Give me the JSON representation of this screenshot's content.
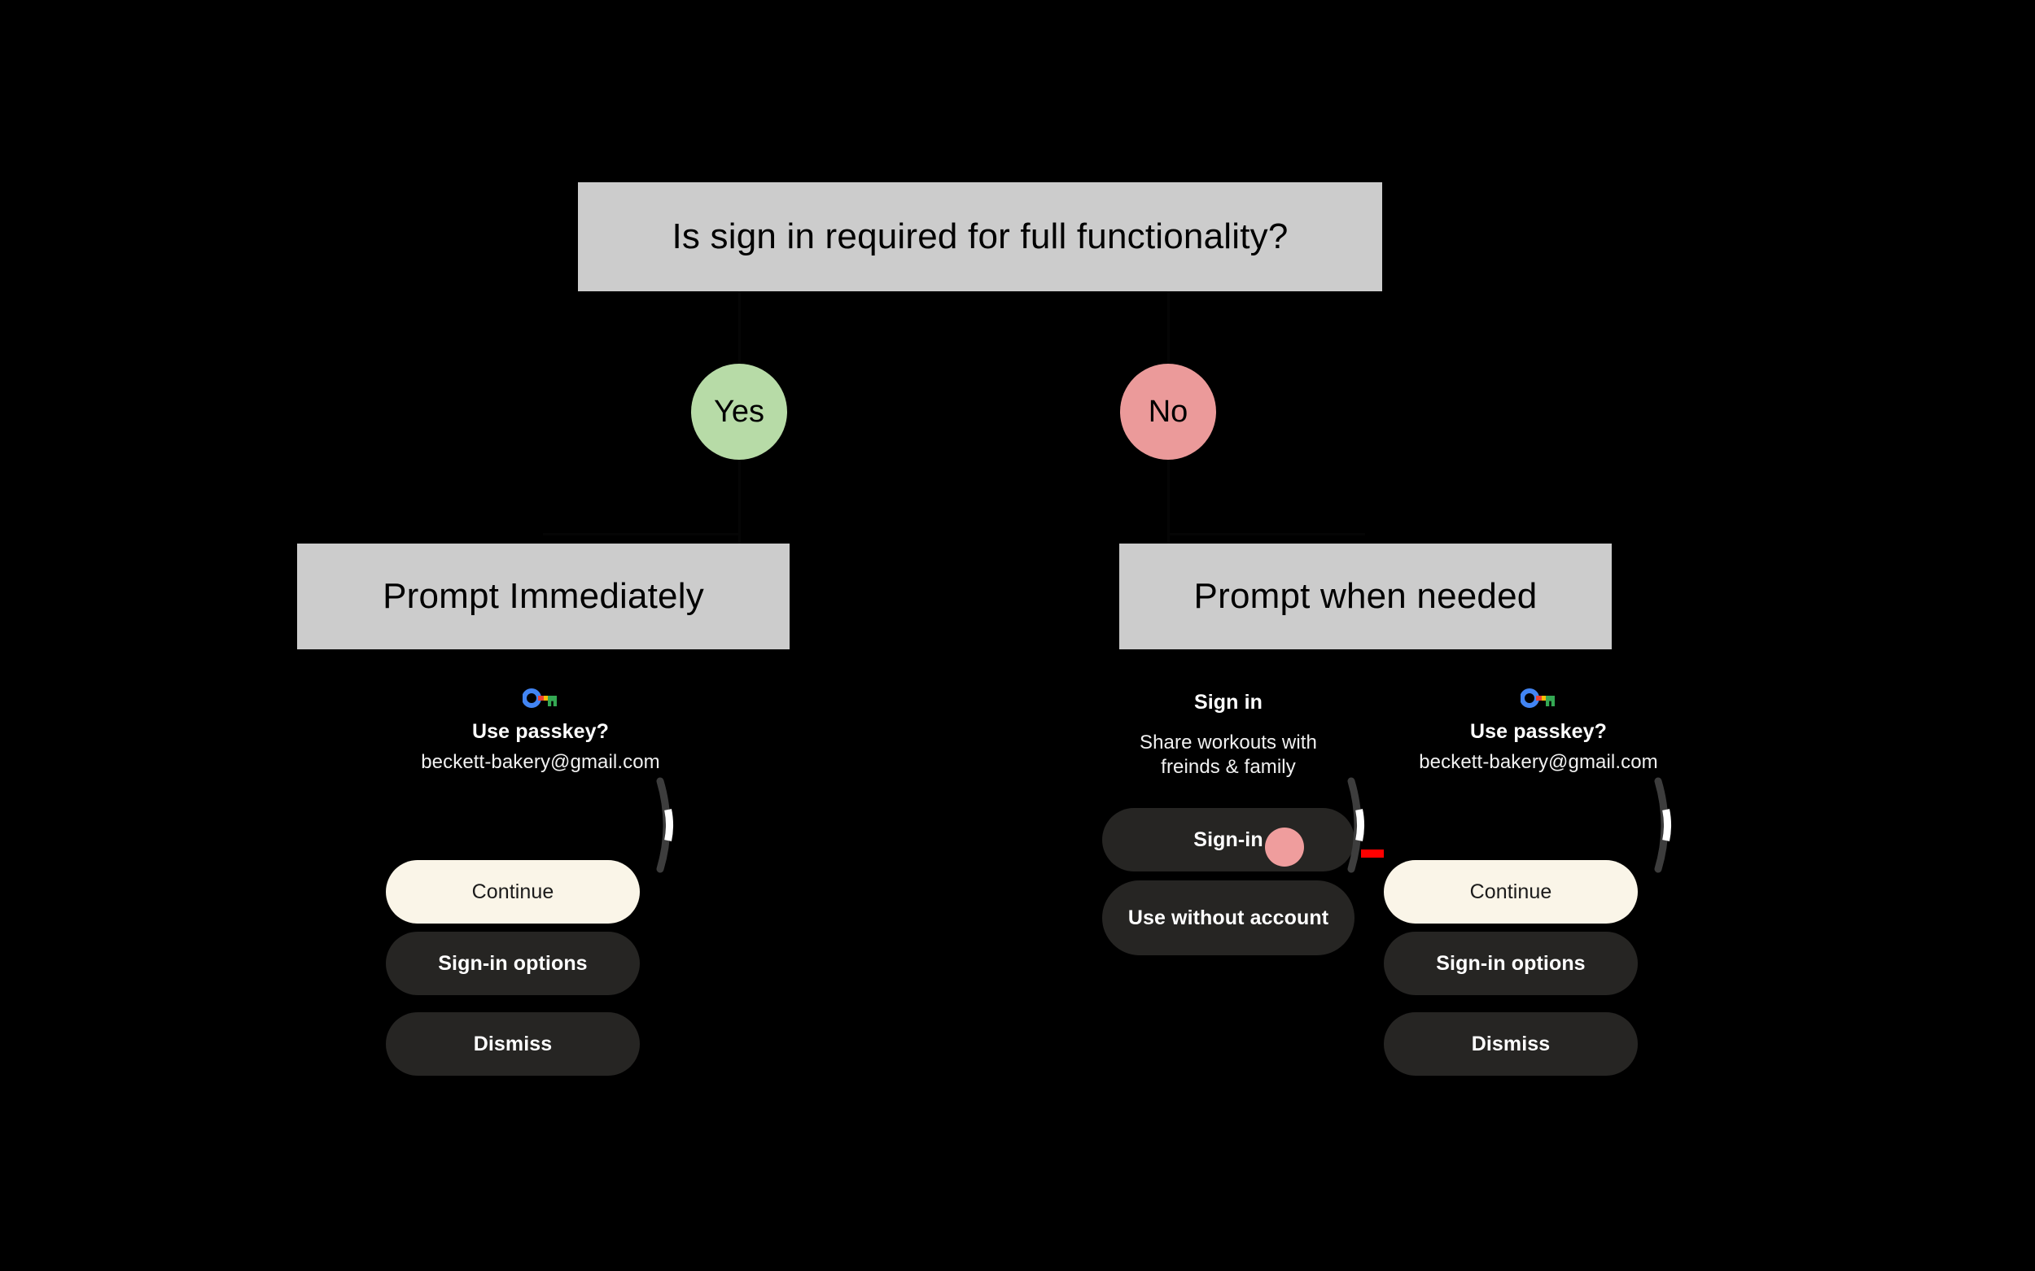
{
  "diagram": {
    "type": "flowchart",
    "background_color": "#000000",
    "node_fill": "#cccccc",
    "decision": {
      "label": "Is sign in required for full functionality?"
    },
    "branches": [
      {
        "name": "yes",
        "label": "Yes",
        "color": "#b7dba7"
      },
      {
        "name": "no",
        "label": "No",
        "color": "#eb9a9a"
      }
    ],
    "outcomes": [
      {
        "name": "prompt-immediately",
        "label": "Prompt Immediately"
      },
      {
        "name": "prompt-when-needed",
        "label": "Prompt when needed"
      }
    ]
  },
  "annotation": {
    "arrow_color": "#ff0000",
    "touch_indicator_color": "#ef9d9d",
    "description": "red-arrow-from-sign-in-to-continue"
  },
  "watch_screens": [
    {
      "id": "passkey-immediate",
      "icon": "google-passkey-icon",
      "title": "Use passkey?",
      "subtitle": "beckett-bakery@gmail.com",
      "buttons": [
        {
          "label": "Continue",
          "style": "primary"
        },
        {
          "label": "Sign-in options",
          "style": "secondary"
        },
        {
          "label": "Dismiss",
          "style": "secondary"
        }
      ],
      "scroll_indicator": "right-arc-scrollbar"
    },
    {
      "id": "sign-in-prompt",
      "title": "Sign in",
      "subtitle": "Share workouts with freinds & family",
      "buttons": [
        {
          "label": "Sign-in",
          "style": "secondary"
        },
        {
          "label": "Use without account",
          "style": "secondary"
        }
      ],
      "scroll_indicator": "right-arc-scrollbar",
      "touch_indicator": true
    },
    {
      "id": "passkey-when-needed",
      "icon": "google-passkey-icon",
      "title": "Use passkey?",
      "subtitle": "beckett-bakery@gmail.com",
      "buttons": [
        {
          "label": "Continue",
          "style": "primary"
        },
        {
          "label": "Sign-in options",
          "style": "secondary"
        },
        {
          "label": "Dismiss",
          "style": "secondary"
        }
      ],
      "scroll_indicator": "right-arc-scrollbar"
    }
  ],
  "colors": {
    "primary_button": "#faf5e8",
    "secondary_button": "#262523",
    "text_on_dark": "#ffffff",
    "text_on_light": "#1b1b1b",
    "passkey_blue": "#4285f4",
    "passkey_red": "#ea4335",
    "passkey_yellow": "#fbbc04",
    "passkey_green": "#34a853"
  }
}
